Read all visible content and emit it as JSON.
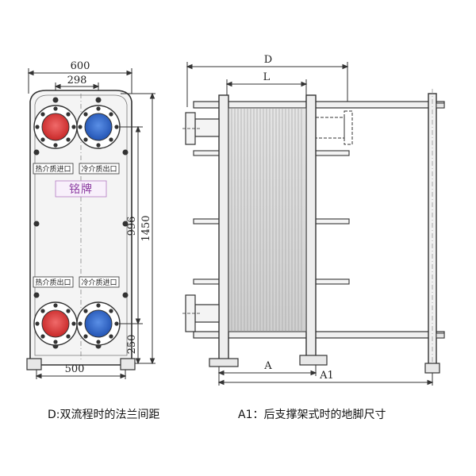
{
  "front_view": {
    "dim_width": "600",
    "dim_port_spacing": "298",
    "dim_bottom": "500",
    "dim_height_total": "1450",
    "dim_port_vertical": "996",
    "dim_lower_port": "250",
    "label_hot_inlet": "热介质进口",
    "label_cold_outlet": "冷介质出口",
    "label_hot_outlet": "热介质出口",
    "label_cold_inlet": "冷介质进口",
    "nameplate": "铭牌",
    "colors": {
      "hot": "#d83a3a",
      "cold": "#2f63c4",
      "frame": "#f3f3f3",
      "line": "#333333"
    }
  },
  "side_view": {
    "dim_D": "D",
    "dim_L": "L",
    "dim_A": "A",
    "dim_A1": "A1"
  },
  "captions": {
    "left": "D:双流程时的法兰间距",
    "right": "A1：后支撑架式时的地脚尺寸"
  }
}
